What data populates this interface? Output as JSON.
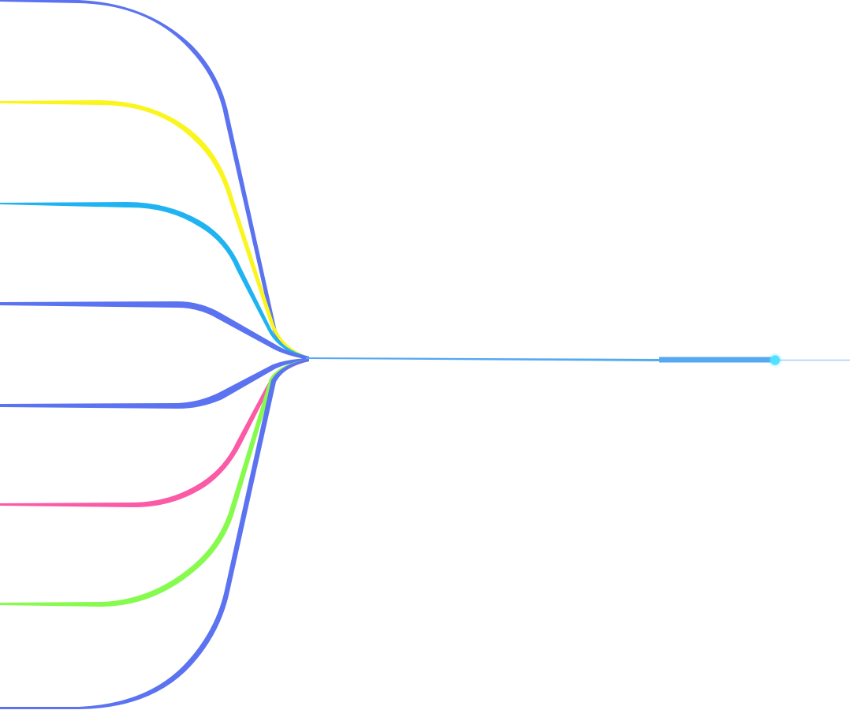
{
  "diagram": {
    "type": "fan-in-connector",
    "colors": {
      "background": "#ffffff",
      "blue": "#5b73f0",
      "yellow": "#fbf51e",
      "cyan": "#20b3f2",
      "pink": "#fb5aa6",
      "green": "#86fb4e",
      "trunk": "#55a8f2",
      "trunk_faint": "#a6cff7",
      "endpoint_dot": "#4fe1ff"
    },
    "branches": [
      {
        "color": "blue"
      },
      {
        "color": "yellow"
      },
      {
        "color": "cyan"
      },
      {
        "color": "blue"
      },
      {
        "color": "blue"
      },
      {
        "color": "pink"
      },
      {
        "color": "green"
      },
      {
        "color": "blue"
      }
    ],
    "trunk": {
      "color": "trunk",
      "end_color": "trunk_faint"
    },
    "endpoint": {
      "shape": "dot",
      "color": "endpoint_dot"
    }
  }
}
